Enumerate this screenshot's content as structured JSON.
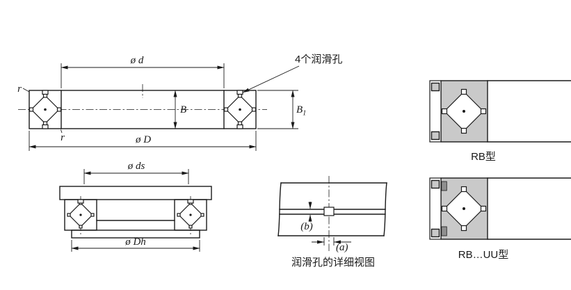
{
  "figure": {
    "background": "#ffffff",
    "line_color": "#1a1a1a",
    "section_fill": "#c9c9c9",
    "seal_fill": "#8f8f8f"
  },
  "main_view": {
    "dim_inner_diameter": "ø d",
    "dim_outer_diameter": "ø D",
    "dim_width": "B",
    "dim_width_b1_base": "B",
    "dim_width_b1_sub": "1",
    "fillet_top": "r",
    "fillet_bottom": "r",
    "lube_holes_note": "4个润滑孔"
  },
  "mount_view": {
    "dim_shaft_seat": "ø ds",
    "dim_housing_seat": "ø Dh"
  },
  "detail_view": {
    "dim_a": "(a)",
    "dim_b": "(b)",
    "caption": "润滑孔的详细视图"
  },
  "type_views": {
    "rb_label": "RB型",
    "rb_uu_label": "RB…UU型"
  }
}
